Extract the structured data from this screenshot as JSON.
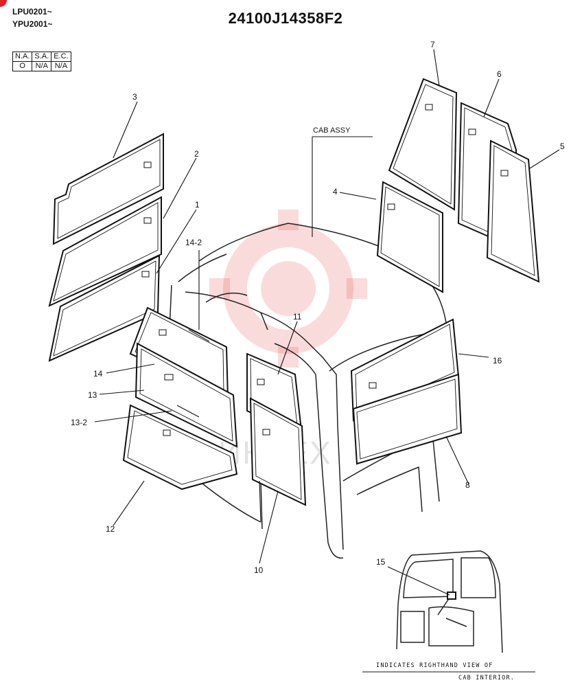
{
  "header": {
    "serial_1": "LPU0201~",
    "serial_2": "YPU2001~",
    "part_number": "24100J14358F2"
  },
  "applicability": {
    "headers": [
      "N.A.",
      "S.A.",
      "E.C."
    ],
    "values": [
      "O",
      "N/A",
      "N/A"
    ]
  },
  "labels": {
    "cab_assy": "CAB ASSY",
    "note_line_1": "INDICATES RIGHTHAND VIEW OF",
    "note_line_2": "CAB INTERIOR."
  },
  "callouts": {
    "c1": "1",
    "c2": "2",
    "c3": "3",
    "c4": "4",
    "c5": "5",
    "c6": "6",
    "c7": "7",
    "c8": "8",
    "c10": "10",
    "c11": "11",
    "c12": "12",
    "c13": "13",
    "c13_2": "13-2",
    "c14": "14",
    "c14_2": "14-2",
    "c15": "15",
    "c16": "16"
  },
  "watermark": {
    "text": "ИНТЕХ",
    "color": "#e53935"
  }
}
